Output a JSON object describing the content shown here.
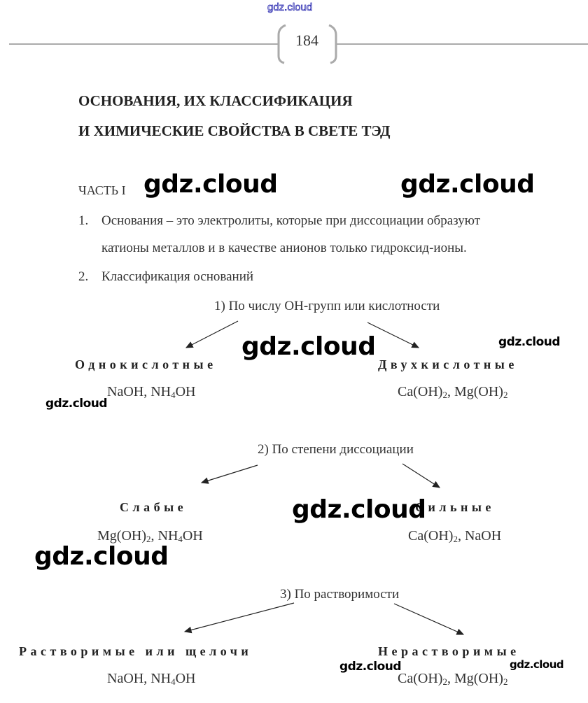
{
  "watermarks": {
    "top": "gdz.cloud",
    "w1": "gdz.cloud",
    "w2": "gdz.cloud",
    "w3": "gdz.cloud",
    "w4": "gdz.cloud",
    "w5": "gdz.cloud",
    "s1": "gdz.cloud",
    "s2": "gdz.cloud",
    "s3": "gdz.cloud",
    "s4": "gdz.cloud"
  },
  "page_number": "184",
  "title": {
    "line1": "ОСНОВАНИЯ, ИХ КЛАССИФИКАЦИЯ",
    "line2": "И ХИМИЧЕСКИЕ СВОЙСТВА В СВЕТЕ ТЭД"
  },
  "part": "ЧАСТЬ I",
  "items": [
    {
      "num": "1.",
      "line1": "Основания – это электролиты, которые при диссоциации образуют",
      "line2": "катионы металлов и в качестве анионов только гидроксид-ионы."
    },
    {
      "num": "2.",
      "line1": "Классификация оснований"
    }
  ],
  "classifications": [
    {
      "heading": "1)  По числу ОН-групп или кислотности",
      "left": {
        "label": "Однокислотные",
        "formula": [
          {
            "t": "NaOH, NH"
          },
          {
            "t": "4",
            "sub": true
          },
          {
            "t": "OH"
          }
        ]
      },
      "right": {
        "label": "Двухкислотные",
        "formula": [
          {
            "t": "Ca(OH)"
          },
          {
            "t": "2",
            "sub": true
          },
          {
            "t": ", Mg(OH)"
          },
          {
            "t": "2",
            "sub": true
          }
        ]
      }
    },
    {
      "heading": "2)  По степени диссоциации",
      "left": {
        "label": "Слабые",
        "formula": [
          {
            "t": "Mg(OH)"
          },
          {
            "t": "2",
            "sub": true
          },
          {
            "t": ", NH"
          },
          {
            "t": "4",
            "sub": true
          },
          {
            "t": "OH"
          }
        ]
      },
      "right": {
        "label": "Сильные",
        "formula": [
          {
            "t": "Ca(OH)"
          },
          {
            "t": "2",
            "sub": true
          },
          {
            "t": ", NaOH"
          }
        ]
      }
    },
    {
      "heading": "3)  По растворимости",
      "left": {
        "label": "Растворимые или щелочи",
        "formula": [
          {
            "t": "NaOH, NH"
          },
          {
            "t": "4",
            "sub": true
          },
          {
            "t": "OH"
          }
        ]
      },
      "right": {
        "label": "Нерастворимые",
        "formula": [
          {
            "t": "Ca(OH)"
          },
          {
            "t": "2",
            "sub": true
          },
          {
            "t": ", Mg(OH)"
          },
          {
            "t": "2",
            "sub": true
          }
        ]
      }
    }
  ]
}
